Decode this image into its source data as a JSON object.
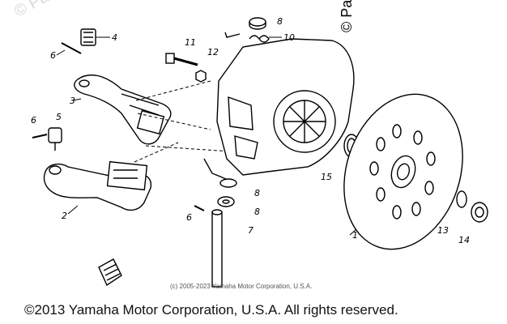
{
  "watermark_left": "© Partz",
  "watermark_right": "© Partz",
  "inner_copyright": "(c) 2005-2023 Yamaha Motor Corporation, U.S.A.",
  "bottom_copyright": "©2013 Yamaha Motor Corporation, U.S.A. All rights reserved.",
  "callouts": {
    "c1": "1",
    "c2": "2",
    "c3": "3",
    "c4": "4",
    "c5": "5",
    "c6a": "6",
    "c6b": "6",
    "c6c": "6",
    "c7": "7",
    "c8a": "8",
    "c8b": "8",
    "c8c": "8",
    "c10": "10",
    "c11": "11",
    "c12": "12",
    "c13": "13",
    "c14": "14",
    "c15": "15"
  }
}
